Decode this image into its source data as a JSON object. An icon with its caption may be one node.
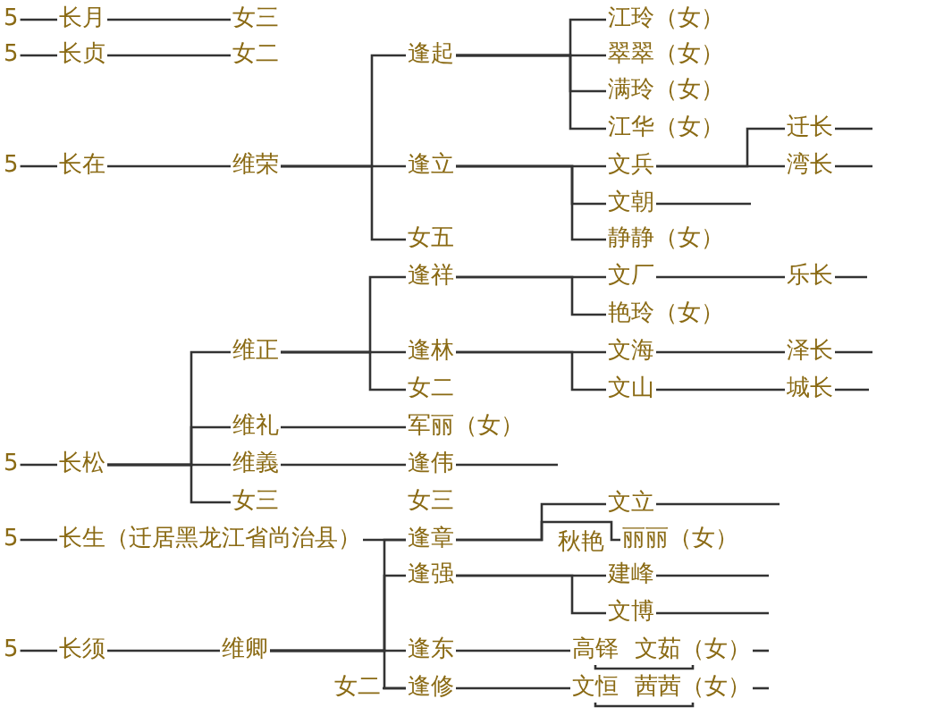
{
  "diagram": {
    "nodes": [
      {
        "text": [
          "5"
        ]
      },
      {
        "text": [
          "长月"
        ]
      },
      {
        "text": [
          "女三"
        ]
      },
      {
        "text": [
          "5"
        ]
      },
      {
        "text": [
          "长贞"
        ]
      },
      {
        "text": [
          "女二"
        ]
      },
      {
        "text": [
          "5"
        ]
      },
      {
        "text": [
          "长在"
        ]
      },
      {
        "text": [
          "维荣"
        ]
      },
      {
        "text": [
          "逢起"
        ]
      },
      {
        "text": [
          "江玲（女）"
        ]
      },
      {
        "text": [
          "翠翠（女）"
        ]
      },
      {
        "text": [
          "满玲（女）"
        ]
      },
      {
        "text": [
          "江华（女）"
        ]
      },
      {
        "text": [
          "逢立"
        ]
      },
      {
        "text": [
          "文兵"
        ]
      },
      {
        "text": [
          "迁长"
        ]
      },
      {
        "text": [
          "湾长"
        ]
      },
      {
        "text": [
          "文朝"
        ]
      },
      {
        "text": [
          "女五"
        ]
      },
      {
        "text": [
          "静静（女）"
        ]
      },
      {
        "text": [
          "逢祥"
        ]
      },
      {
        "text": [
          "文厂"
        ]
      },
      {
        "text": [
          "乐长"
        ]
      },
      {
        "text": [
          "艳玲（女）"
        ]
      },
      {
        "text": [
          "维正"
        ]
      },
      {
        "text": [
          "逢林"
        ]
      },
      {
        "text": [
          "文海"
        ]
      },
      {
        "text": [
          "泽长"
        ]
      },
      {
        "text": [
          "女二"
        ]
      },
      {
        "text": [
          "文山"
        ]
      },
      {
        "text": [
          "城长"
        ]
      },
      {
        "text": [
          "维礼"
        ]
      },
      {
        "text": [
          "军丽（女）"
        ]
      },
      {
        "text": [
          "5"
        ]
      },
      {
        "text": [
          "长松"
        ]
      },
      {
        "text": [
          "维義"
        ]
      },
      {
        "text": [
          "逢伟"
        ]
      },
      {
        "text": [
          "女三"
        ]
      },
      {
        "text": [
          "5"
        ]
      },
      {
        "text": [
          "长生（迁居黑龙江省尚治县）"
        ]
      },
      {
        "text": [
          "逢章"
        ]
      },
      {
        "text": [
          "文立"
        ]
      },
      {
        "text": [
          "丽丽（女）"
        ]
      },
      {
        "text": [
          "逢强"
        ]
      },
      {
        "text": [
          "建峰"
        ]
      },
      {
        "text": [
          "文博"
        ]
      },
      {
        "text": [
          "5"
        ]
      },
      {
        "text": [
          "长须"
        ]
      },
      {
        "text": [
          "维卿"
        ]
      },
      {
        "text": [
          "逢东"
        ]
      },
      {
        "text": [
          "高铎"
        ]
      },
      {
        "text": [
          "文茹（女）"
        ]
      },
      {
        "text": [
          "女二"
        ]
      },
      {
        "text": [
          "逢修"
        ]
      },
      {
        "text": [
          "文恒"
        ]
      },
      {
        "text": [
          "茜茜（女）"
        ]
      }
    ],
    "edges": [
      {
        "from": 0,
        "to": 1,
        "arrow": "none"
      },
      {
        "from": 1,
        "to": 2,
        "arrow": "none"
      },
      {
        "from": 3,
        "to": 4,
        "arrow": "none"
      },
      {
        "from": 4,
        "to": 5,
        "arrow": "none"
      },
      {
        "from": 6,
        "to": 7,
        "arrow": "none"
      },
      {
        "from": 7,
        "to": 8,
        "arrow": "none"
      },
      {
        "from": 8,
        "to": 9,
        "arrow": "none"
      },
      {
        "from": 8,
        "to": 14,
        "arrow": "none"
      },
      {
        "from": 8,
        "to": 19,
        "arrow": "none"
      },
      {
        "from": 9,
        "to": 10,
        "arrow": "none"
      },
      {
        "from": 9,
        "to": 11,
        "arrow": "none"
      },
      {
        "from": 9,
        "to": 12,
        "arrow": "none"
      },
      {
        "from": 9,
        "to": 13,
        "arrow": "none"
      },
      {
        "from": 14,
        "to": 15,
        "arrow": "none"
      },
      {
        "from": 14,
        "to": 18,
        "arrow": "none"
      },
      {
        "from": 14,
        "to": 20,
        "arrow": "none"
      },
      {
        "from": 15,
        "to": 16,
        "arrow": "none"
      },
      {
        "from": 15,
        "to": 17,
        "arrow": "none"
      },
      {
        "from": 16,
        "to": null,
        "arrow": "none"
      },
      {
        "from": 17,
        "to": null,
        "arrow": "none"
      },
      {
        "from": 18,
        "to": null,
        "arrow": "none"
      },
      {
        "from": 34,
        "to": 35,
        "arrow": "none"
      },
      {
        "from": 35,
        "to": 25,
        "arrow": "none"
      },
      {
        "from": 35,
        "to": 32,
        "arrow": "none"
      },
      {
        "from": 35,
        "to": 36,
        "arrow": "none"
      },
      {
        "from": 35,
        "to": 38,
        "arrow": "none"
      },
      {
        "from": 25,
        "to": 21,
        "arrow": "none"
      },
      {
        "from": 25,
        "to": 26,
        "arrow": "none"
      },
      {
        "from": 25,
        "to": 29,
        "arrow": "none"
      },
      {
        "from": 21,
        "to": 22,
        "arrow": "none"
      },
      {
        "from": 21,
        "to": 24,
        "arrow": "none"
      },
      {
        "from": 22,
        "to": 23,
        "arrow": "none"
      },
      {
        "from": 23,
        "to": null,
        "arrow": "none"
      },
      {
        "from": 26,
        "to": 27,
        "arrow": "none"
      },
      {
        "from": 26,
        "to": 30,
        "arrow": "none"
      },
      {
        "from": 27,
        "to": 28,
        "arrow": "none"
      },
      {
        "from": 28,
        "to": null,
        "arrow": "none"
      },
      {
        "from": 30,
        "to": 31,
        "arrow": "none"
      },
      {
        "from": 31,
        "to": null,
        "arrow": "none"
      },
      {
        "from": 32,
        "to": 33,
        "arrow": "none"
      },
      {
        "from": 36,
        "to": 37,
        "arrow": "none"
      },
      {
        "from": 37,
        "to": null,
        "arrow": "none"
      },
      {
        "from": 39,
        "to": 40,
        "arrow": "none"
      },
      {
        "from": 40,
        "to": 41,
        "arrow": "none"
      },
      {
        "from": 47,
        "to": 48,
        "arrow": "none"
      },
      {
        "from": 48,
        "to": 49,
        "arrow": "none"
      },
      {
        "from": 49,
        "to": 41,
        "arrow": "none"
      },
      {
        "from": 49,
        "to": 44,
        "arrow": "none"
      },
      {
        "from": 49,
        "to": 50,
        "arrow": "none"
      },
      {
        "from": 49,
        "to": 54,
        "arrow": "none"
      },
      {
        "from": 53,
        "to": 54,
        "arrow": "none"
      },
      {
        "from": 41,
        "to": 42,
        "arrow": "none"
      },
      {
        "from": 41,
        "to": 43,
        "arrow": "none"
      },
      {
        "from": 42,
        "to": null,
        "arrow": "none"
      },
      {
        "from": 44,
        "to": 45,
        "arrow": "none"
      },
      {
        "from": 44,
        "to": 46,
        "arrow": "none"
      },
      {
        "from": 45,
        "to": null,
        "arrow": "none"
      },
      {
        "from": 46,
        "to": null,
        "arrow": "none"
      },
      {
        "from": 50,
        "to": 51,
        "arrow": "none"
      },
      {
        "from": 51,
        "to": 52,
        "arrow": "none"
      },
      {
        "from": 52,
        "to": null,
        "arrow": "none"
      },
      {
        "from": 54,
        "to": 55,
        "arrow": "none"
      },
      {
        "from": 55,
        "to": 56,
        "arrow": "none"
      },
      {
        "from": 56,
        "to": null,
        "arrow": "none"
      }
    ],
    "labels": [
      "女三",
      "秋艳"
    ]
  }
}
